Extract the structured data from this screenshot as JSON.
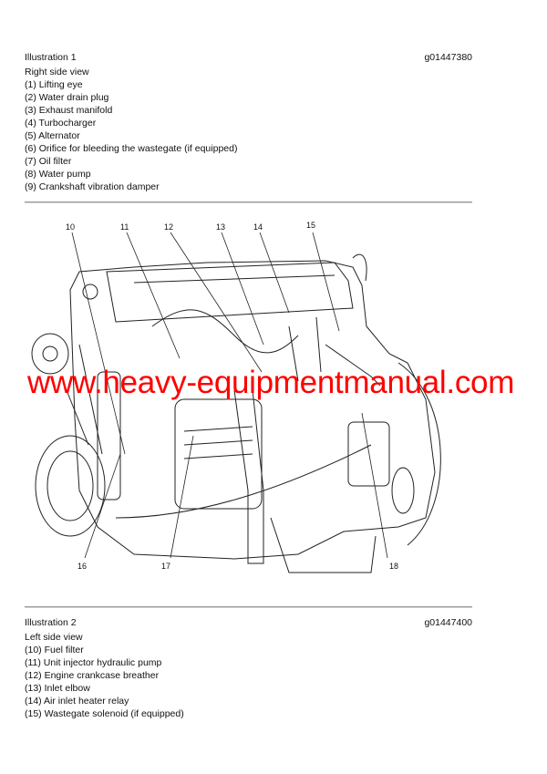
{
  "illustration1": {
    "title": "Illustration 1",
    "figure_id": "g01447380",
    "view": "Right side view",
    "items": [
      "(1) Lifting eye",
      "(2) Water drain plug",
      "(3) Exhaust manifold",
      "(4) Turbocharger",
      "(5) Alternator",
      "(6) Orifice for bleeding the wastegate (if equipped)",
      "(7) Oil filter",
      "(8) Water pump",
      "(9) Crankshaft vibration damper"
    ]
  },
  "figure": {
    "callouts_top": [
      "10",
      "11",
      "12",
      "13",
      "14",
      "15"
    ],
    "callouts_bottom": [
      "16",
      "17",
      "18"
    ],
    "watermark": "www.heavy-equipmentmanual.com"
  },
  "illustration2": {
    "title": "Illustration 2",
    "figure_id": "g01447400",
    "view": "Left side view",
    "items": [
      "(10) Fuel filter",
      "(11) Unit injector hydraulic pump",
      "(12) Engine crankcase breather",
      "(13) Inlet elbow",
      "(14) Air inlet heater relay",
      "(15) Wastegate solenoid (if equipped)"
    ]
  },
  "colors": {
    "watermark": "#ff0000",
    "divider": "#9a9a9a"
  }
}
